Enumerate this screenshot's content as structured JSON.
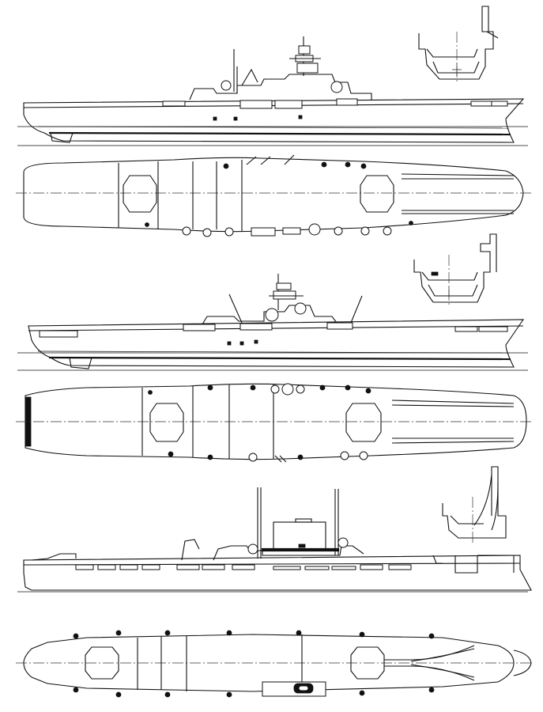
{
  "drawing": {
    "background": "#ffffff",
    "ink": "#111111",
    "views": [
      {
        "id": "side-1",
        "kind": "side-elevation"
      },
      {
        "id": "plan-1",
        "kind": "deck-plan"
      },
      {
        "id": "side-2",
        "kind": "side-elevation"
      },
      {
        "id": "plan-2",
        "kind": "deck-plan"
      },
      {
        "id": "side-3",
        "kind": "side-elevation"
      },
      {
        "id": "plan-3",
        "kind": "deck-plan"
      }
    ]
  }
}
